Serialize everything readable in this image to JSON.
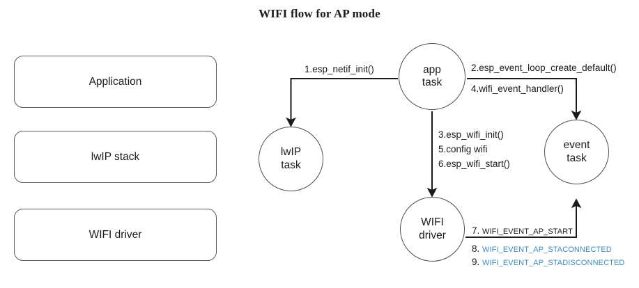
{
  "title": "WIFI flow for AP mode",
  "colors": {
    "stroke": "#4d4d4d",
    "text": "#1a1a1a",
    "event_blue": "#3b8bbf",
    "background": "#ffffff"
  },
  "layers": [
    {
      "label": "Application"
    },
    {
      "label": "lwIP stack"
    },
    {
      "label": "WIFI driver"
    }
  ],
  "tasks": [
    {
      "id": "app-task",
      "line1": "app",
      "line2": "task"
    },
    {
      "id": "lwip-task",
      "line1": "lwIP",
      "line2": "task"
    },
    {
      "id": "event-task",
      "line1": "event",
      "line2": "task"
    },
    {
      "id": "wifi-driver",
      "line1": "WIFI",
      "line2": "driver"
    }
  ],
  "edges": {
    "to_lwip": "1.esp_netif_init()",
    "to_event_top": "2.esp_event_loop_create_default()",
    "to_event_bottom": "4.wifi_event_handler()",
    "to_wifi_driver": [
      "3.esp_wifi_init()",
      "5.config wifi",
      "6.esp_wifi_start()"
    ]
  },
  "events": [
    {
      "num": "7.",
      "name": "WIFI_EVENT_AP_START",
      "color": "black"
    },
    {
      "num": "8.",
      "name": "WIFI_EVENT_AP_STACONNECTED",
      "color": "blue"
    },
    {
      "num": "9.",
      "name": "WIFI_EVENT_AP_STADISCONNECTED",
      "color": "blue"
    }
  ]
}
